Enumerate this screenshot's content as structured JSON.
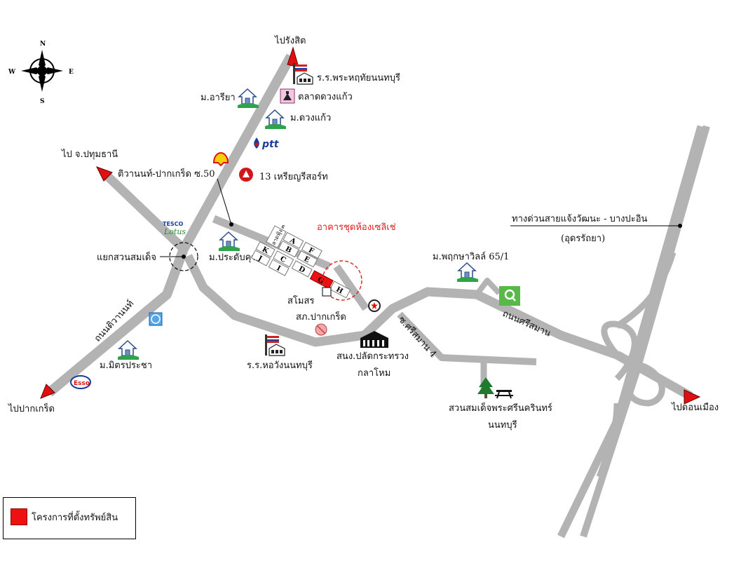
{
  "compass": {
    "n": "N",
    "s": "S",
    "e": "E",
    "w": "W"
  },
  "labels": {
    "to_rangsit": "ไปรังสิต",
    "to_pathum": "ไป จ.ปทุมธานี",
    "to_pakkret": "ไปปากเกร็ด",
    "to_donmueang": "ไปดอนเมือง",
    "school_phrahathai": "ร.ร.พระหฤทัยนนทบุรี",
    "market_duangkaew": "ตลาดดวงแก้ว",
    "village_ariya": "ม.อารียา",
    "village_duangkaew": "ม.ดวงแก้ว",
    "ptt": "ptt",
    "resort_13": "13 เหรียญรีสอร์ท",
    "tiwanon_soi50": "ติวานนท์-ปากเกร็ด ซ.50",
    "tesco": "TESCO",
    "lotus": "Lotus",
    "yaek_suan": "แยกสวนสมเด็จ",
    "village_prasab": "ม.ประดับคุข",
    "condo": "อาคารชุดห้องเซลิเช่",
    "block_soi": "ลาดฟุ้ง ๓",
    "block_a": "A",
    "block_b": "B",
    "block_c": "C",
    "block_d": "D",
    "block_e": "E",
    "block_f": "F",
    "block_g": "G",
    "block_h": "H",
    "block_i": "I",
    "block_j": "J",
    "block_k": "K",
    "pool": "สโมสร",
    "police": "สภ.ปากเกร็ด",
    "tiwanon_road": "ถนนติวานนท์",
    "village_mitr": "ม.มิตรประชา",
    "esso": "Esso",
    "school_horwang": "ร.ร.หอวังนนทบุรี",
    "ministry_line1": "สนง.ปลัดกระทรวง",
    "ministry_line2": "กลาโหม",
    "soi_srisaman4": "ซ.ศรีสมาน 4",
    "village_pruksa": "ม.พฤกษาวิลล์ 65/1",
    "srisaman_road": "ถนนศรีสมาน",
    "expressway_line1": "ทางด่วนสายแจ้งวัฒนะ - บางปะอิน",
    "expressway_line2": "(อุดรรัถยา)",
    "park_line1": "สวนสมเด็จพระศรีนครินทร์",
    "park_line2": "นนทบุรี"
  },
  "legend": {
    "text": "โครงการที่ตั้งทรัพย์สิน",
    "color": "#ee1111"
  },
  "colors": {
    "road": "#b3b3b3",
    "arrow": "#e01010",
    "house": "#2e8b3e",
    "highlight": "#e02020"
  }
}
